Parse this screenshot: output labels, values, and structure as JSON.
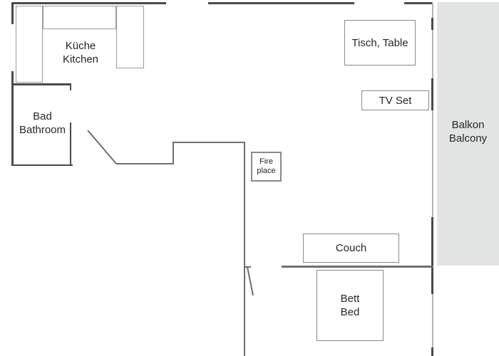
{
  "plan": {
    "rooms": {
      "kitchen": {
        "name_de": "Küche",
        "name_en": "Kitchen"
      },
      "bathroom": {
        "name_de": "Bad",
        "name_en": "Bathroom"
      },
      "balcony": {
        "name_de": "Balkon",
        "name_en": "Balcony"
      }
    },
    "furniture": {
      "table": {
        "label": "Tisch, Table"
      },
      "tv": {
        "label": "TV Set"
      },
      "fireplace": {
        "line1": "Fire",
        "line2": "place"
      },
      "couch": {
        "label": "Couch"
      },
      "bed": {
        "name_de": "Bett",
        "name_en": "Bed"
      }
    },
    "colors": {
      "exterior_wall": "#4a4a4a",
      "interior_wall": "#6e6e6e",
      "furniture_border": "#8a8a8a",
      "counter_line": "#9a9a9a",
      "balcony_fill": "#e2e4e4",
      "text": "#262626",
      "background": "#ffffff"
    }
  }
}
